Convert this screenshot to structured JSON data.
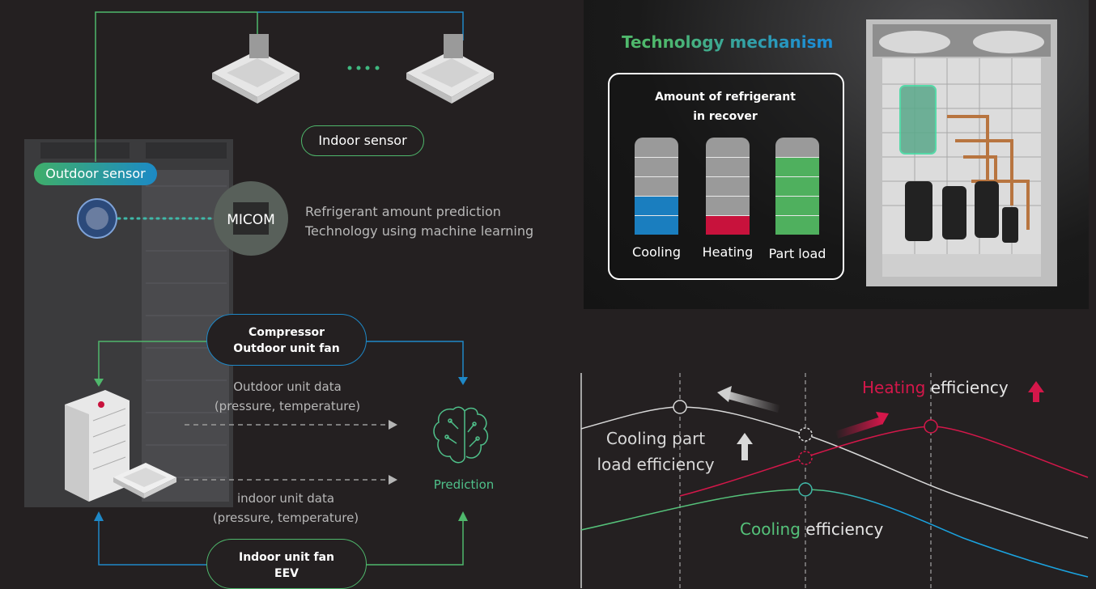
{
  "left": {
    "outdoor_sensor": "Outdoor sensor",
    "indoor_sensor": "Indoor sensor",
    "micom": "MICOM",
    "ml_line1": "Refrigerant amount prediction",
    "ml_line2": "Technology using machine learning",
    "compressor_line1": "Compressor",
    "compressor_line2": "Outdoor unit fan",
    "outdoor_data_line1": "Outdoor unit data",
    "outdoor_data_line2": "(pressure, temperature)",
    "indoor_data_line1": "indoor unit data",
    "indoor_data_line2": "(pressure, temperature)",
    "indoor_fan_line1": "Indoor unit fan",
    "indoor_fan_line2": "EEV",
    "prediction": "Prediction"
  },
  "mechanism": {
    "title": "Technology mechanism",
    "box_title_line1": "Amount of refrigerant",
    "box_title_line2": "in recover",
    "bars": [
      {
        "label": "Cooling",
        "filled": 2,
        "color": "#1a7ebf"
      },
      {
        "label": "Heating",
        "filled": 1,
        "color": "#c8123c"
      },
      {
        "label": "Part load",
        "filled": 4,
        "color": "#4fb05e"
      }
    ]
  },
  "efficiency": {
    "heating_word": "Heating",
    "heating_rest": "efficiency",
    "cooling_part_line1": "Cooling part",
    "cooling_part_line2": "load efficiency",
    "cooling_word": "Cooling",
    "cooling_rest": "efficiency",
    "colors": {
      "heating": "#d4174a",
      "cooling_green": "#55c27a",
      "cooling_blue": "#1aa3e0",
      "white": "#d9d9d9"
    }
  }
}
